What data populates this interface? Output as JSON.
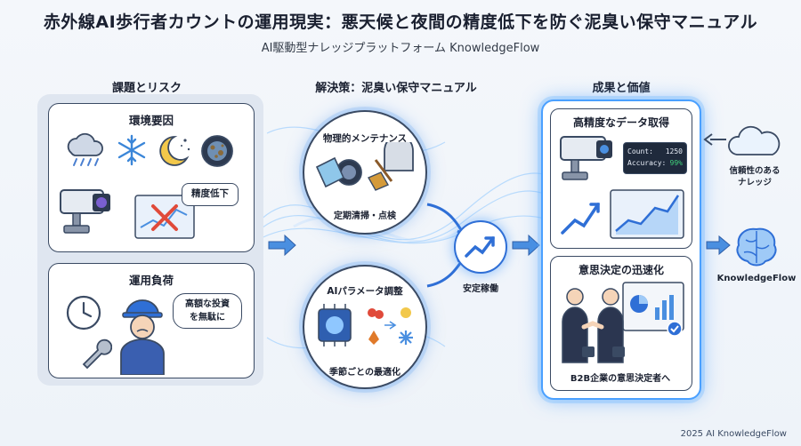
{
  "header": {
    "title": "赤外線AI歩行者カウントの運用現実：悪天候と夜間の精度低下を防ぐ泥臭い保守マニュアル",
    "subtitle": "AI駆動型ナレッジプラットフォーム KnowledgeFlow"
  },
  "left": {
    "heading": "課題とリスク",
    "env_card": {
      "title": "環境要因",
      "speech": "精度低下",
      "icons": [
        "rain-cloud-icon",
        "snowflake-icon",
        "moon-icon",
        "dirty-lens-icon",
        "camera-icon",
        "declining-chart-icon"
      ]
    },
    "ops_card": {
      "title": "運用負荷",
      "speech_line1": "高額な投資",
      "speech_line2": "を無駄に",
      "icons": [
        "clock-icon",
        "wrench-icon",
        "worker-icon"
      ]
    }
  },
  "middle": {
    "heading": "解決策：泥臭い保守マニュアル",
    "maintenance": {
      "title": "物理的メンテナンス",
      "caption": "定期清掃・点検"
    },
    "ai_tuning": {
      "title": "AIパラメータ調整",
      "caption": "季節ごとの最適化"
    },
    "stable": {
      "label": "安定稼働"
    }
  },
  "right": {
    "heading": "成果と価値",
    "data_card": {
      "title": "高精度なデータ取得",
      "count_label": "Count:",
      "count_value": "1250",
      "accuracy_label": "Accuracy:",
      "accuracy_value": "99%"
    },
    "decision_card": {
      "title": "意思決定の迅速化",
      "caption": "B2B企業の意思決定者へ"
    },
    "cloud": {
      "line1": "信頼性のある",
      "line2": "ナレッジ"
    },
    "brain": {
      "label": "KnowledgeFlow"
    }
  },
  "footer": {
    "text": "2025 AI KnowledgeFlow"
  },
  "colors": {
    "accent": "#2f6fd6",
    "glow": "#4aa0ff",
    "outline": "#3a4a63",
    "alert": "#e04a3a",
    "success": "#2fbf71"
  }
}
